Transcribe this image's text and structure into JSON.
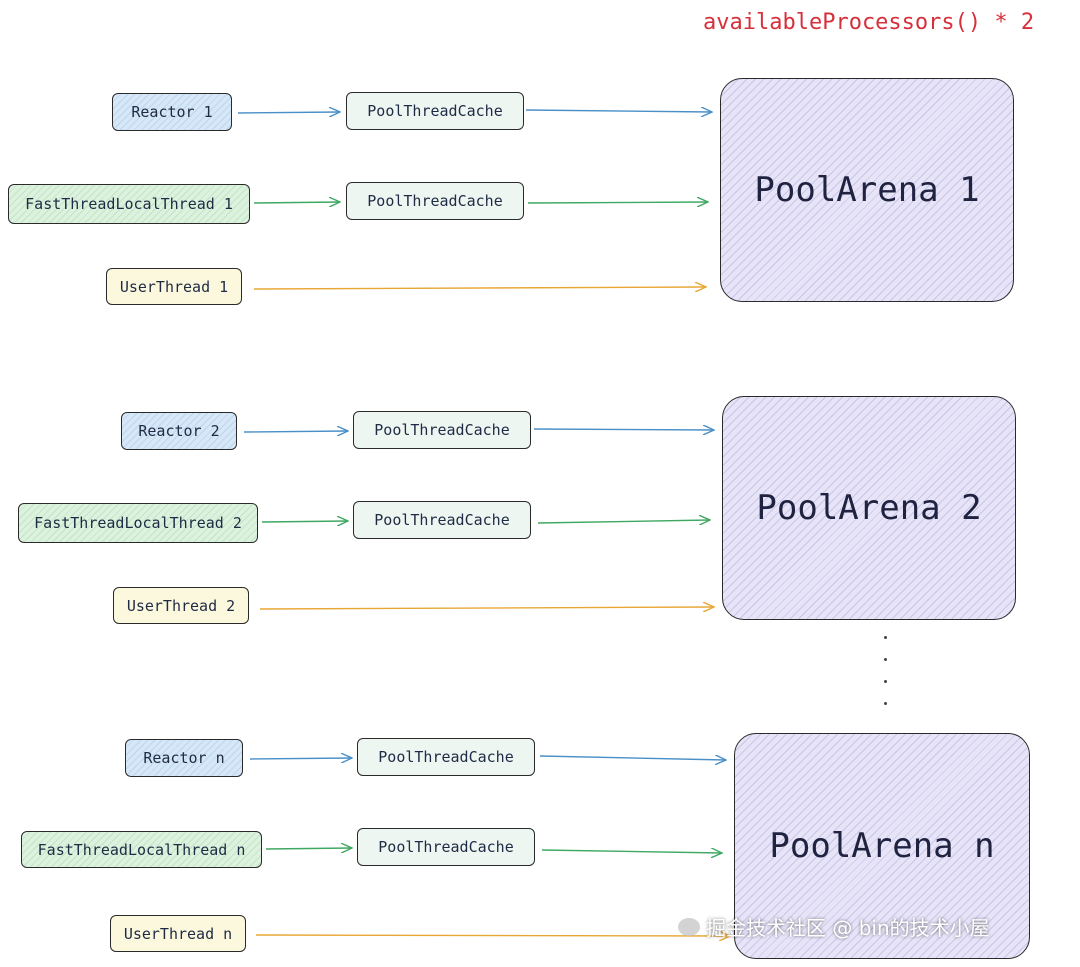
{
  "formula": "availableProcessors() * 2",
  "groups": [
    {
      "reactor": "Reactor 1",
      "fast_thread": "FastThreadLocalThread 1",
      "user_thread": "UserThread 1",
      "cache_top": "PoolThreadCache",
      "cache_mid": "PoolThreadCache",
      "arena": "PoolArena 1"
    },
    {
      "reactor": "Reactor 2",
      "fast_thread": "FastThreadLocalThread 2",
      "user_thread": "UserThread 2",
      "cache_top": "PoolThreadCache",
      "cache_mid": "PoolThreadCache",
      "arena": "PoolArena 2"
    },
    {
      "reactor": "Reactor n",
      "fast_thread": "FastThreadLocalThread n",
      "user_thread": "UserThread n",
      "cache_top": "PoolThreadCache",
      "cache_mid": "PoolThreadCache",
      "arena": "PoolArena n"
    }
  ],
  "colors": {
    "reactor_arrow": "#4a90c8",
    "fast_arrow": "#3fa862",
    "user_arrow": "#e8a735",
    "formula": "#d6303c"
  },
  "watermark": "掘金技术社区 @ bin的技术小屋"
}
